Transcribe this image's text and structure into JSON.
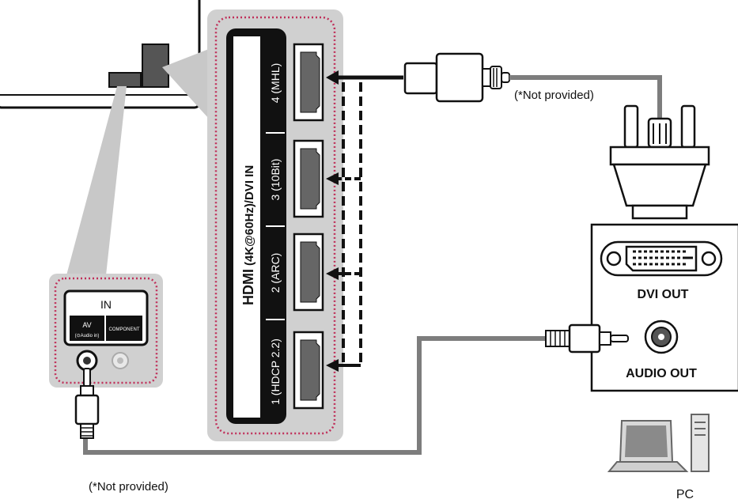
{
  "hdmi_panel": {
    "logo": "HDMI",
    "title": "(4K@60Hz)/DVI IN",
    "ports": [
      {
        "label": "4 (MHL)"
      },
      {
        "label": "3 (10Bit)"
      },
      {
        "label": "2 (ARC)"
      },
      {
        "label": "1 (HDCP 2.2)"
      }
    ]
  },
  "av_panel": {
    "in_label": "IN",
    "av_label": "AV",
    "av_sub": "(⊙Audio in)",
    "component_label": "COMPONENT"
  },
  "pc_panel": {
    "dvi_out": "DVI OUT",
    "audio_out": "AUDIO OUT",
    "pc_label": "PC"
  },
  "notes": {
    "hdmi_cable_note": "(*Not provided)",
    "audio_cable_note": "(*Not provided)"
  },
  "colors": {
    "panel_gray": "#d0d0d0",
    "dotted_border": "#c0305a",
    "black": "#111111",
    "cable_gray": "#7d7d7d"
  }
}
